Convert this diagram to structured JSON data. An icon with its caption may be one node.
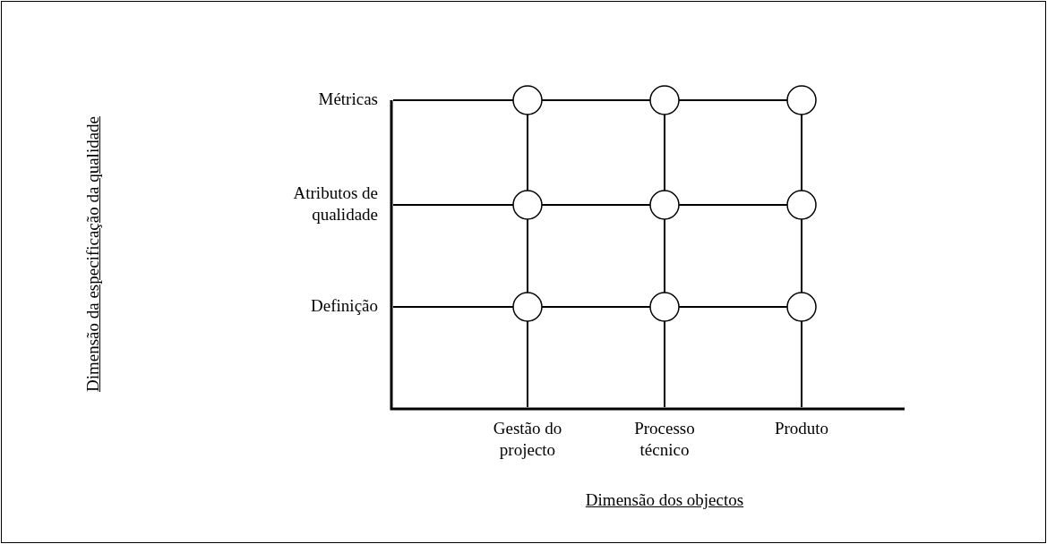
{
  "diagram": {
    "nodes": [
      {
        "text": [],
        "shape": "circle"
      },
      {
        "text": [],
        "shape": "circle"
      },
      {
        "text": [],
        "shape": "circle"
      },
      {
        "text": [],
        "shape": "circle"
      },
      {
        "text": [],
        "shape": "circle"
      },
      {
        "text": [],
        "shape": "circle"
      },
      {
        "text": [],
        "shape": "circle"
      },
      {
        "text": [],
        "shape": "circle"
      },
      {
        "text": [],
        "shape": "circle"
      }
    ],
    "edges": [
      {
        "from": null,
        "to": 0,
        "arrow": "none"
      },
      {
        "from": 0,
        "to": 1,
        "arrow": "none"
      },
      {
        "from": 1,
        "to": 2,
        "arrow": "none"
      },
      {
        "from": null,
        "to": 3,
        "arrow": "none"
      },
      {
        "from": 3,
        "to": 4,
        "arrow": "none"
      },
      {
        "from": 4,
        "to": 5,
        "arrow": "none"
      },
      {
        "from": null,
        "to": 6,
        "arrow": "none"
      },
      {
        "from": 6,
        "to": 7,
        "arrow": "none"
      },
      {
        "from": 7,
        "to": 8,
        "arrow": "none"
      },
      {
        "from": 0,
        "to": 3,
        "arrow": "none"
      },
      {
        "from": 3,
        "to": 6,
        "arrow": "none"
      },
      {
        "from": 6,
        "to": null,
        "arrow": "none"
      },
      {
        "from": 1,
        "to": 4,
        "arrow": "none"
      },
      {
        "from": 4,
        "to": 7,
        "arrow": "none"
      },
      {
        "from": 7,
        "to": null,
        "arrow": "none"
      },
      {
        "from": 2,
        "to": 5,
        "arrow": "none"
      },
      {
        "from": 5,
        "to": 8,
        "arrow": "none"
      },
      {
        "from": 8,
        "to": null,
        "arrow": "none"
      }
    ],
    "labels": [
      "Dimensão da especificação da qualidade",
      "Métricas",
      "Atributos de qualidade",
      "Definição",
      "Gestão do projecto",
      "Processo técnico",
      "Produto",
      "Dimensão dos objectos"
    ]
  }
}
